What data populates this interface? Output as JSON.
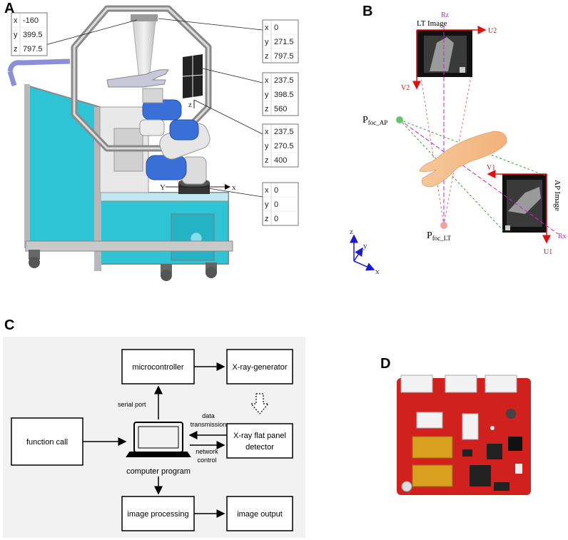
{
  "panels": {
    "a": {
      "letter": "A",
      "coord_boxes": [
        {
          "x": "-160",
          "y": "399.5",
          "z": "797.5"
        },
        {
          "x": "0",
          "y": "271.5",
          "z": "797.5"
        },
        {
          "x": "237.5",
          "y": "398.5",
          "z": "560"
        },
        {
          "x": "237.5",
          "y": "270.5",
          "z": "400"
        },
        {
          "x": "0",
          "y": "0",
          "z": "0"
        }
      ],
      "axis_letters": {
        "x": "x",
        "y": "y",
        "z": "z"
      },
      "robot_axes": {
        "x": "x",
        "y": "Y",
        "z": "z"
      }
    },
    "b": {
      "letter": "B",
      "lt_image": "LT Image",
      "ap_image": "AP Image",
      "labels": {
        "rz": "Rz",
        "rx": "Rx",
        "u1": "U1",
        "u2": "U2",
        "v1": "V1",
        "v2": "V2"
      },
      "pfoc_ap_main": "P",
      "pfoc_ap_sub": "foc_AP",
      "pfoc_lt_main": "P",
      "pfoc_lt_sub": "foc_LT",
      "axes": {
        "x": "x",
        "y": "y",
        "z": "z"
      }
    },
    "c": {
      "letter": "C",
      "boxes": {
        "microcontroller": "microcontroller",
        "xray_generator": "X-ray-generator",
        "function_call": "function call",
        "detector_line1": "X-ray flat panel",
        "detector_line2": "detector",
        "image_processing": "image processing",
        "image_output": "image output"
      },
      "labels": {
        "serial_port": "serial port",
        "data1": "data",
        "data2": "transmission",
        "network1": "network",
        "network2": "control",
        "computer_program": "computer program"
      }
    },
    "d": {
      "letter": "D"
    }
  },
  "colors": {
    "red_axis": "#d22020",
    "blue_axis": "#2020c8",
    "green_axis": "#20a020",
    "cyan_panel": "#2ec4d6",
    "board_red": "#d0211f",
    "magenta": "#d020d0"
  }
}
